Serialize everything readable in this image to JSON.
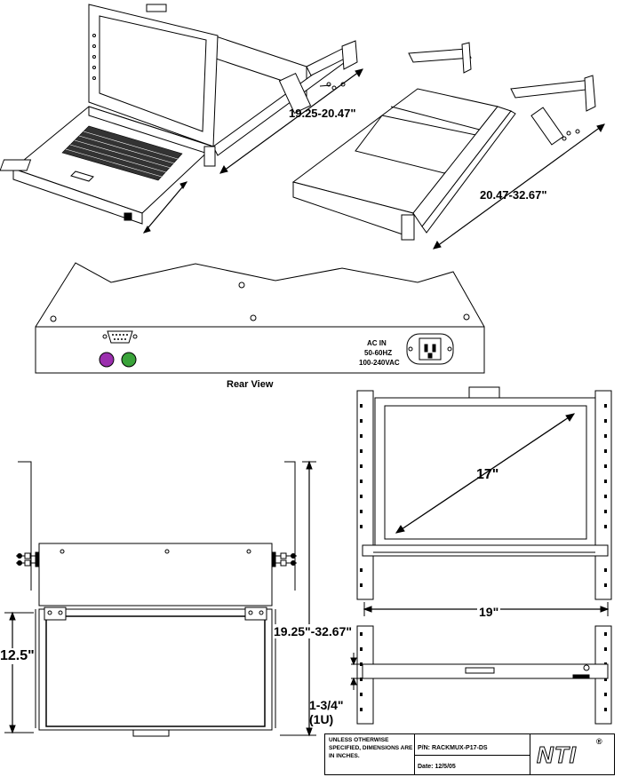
{
  "dimensions": {
    "slide_short": "19.25-20.47\"",
    "slide_long": "20.47-32.67\"",
    "diagonal": "17\"",
    "width": "19\"",
    "depth": "19.25\"-32.67\"",
    "inner_depth": "12.5\"",
    "height": "1-3/4\"",
    "height_units": "(1U)"
  },
  "rear_view": {
    "title": "Rear View",
    "power_label_1": "AC  IN",
    "power_label_2": "50-60HZ",
    "power_label_3": "100-240VAC"
  },
  "title_block": {
    "note": "UNLESS OTHERWISE SPECIFIED, DIMENSIONS ARE IN INCHES.",
    "part_number": "P/N:  RACKMUX-P17-DS",
    "date": "Date:  12/5/05",
    "logo": "NTI",
    "registered": "®"
  },
  "colors": {
    "ps2_keyboard": "#9b2fae",
    "ps2_mouse": "#3aa33a"
  }
}
